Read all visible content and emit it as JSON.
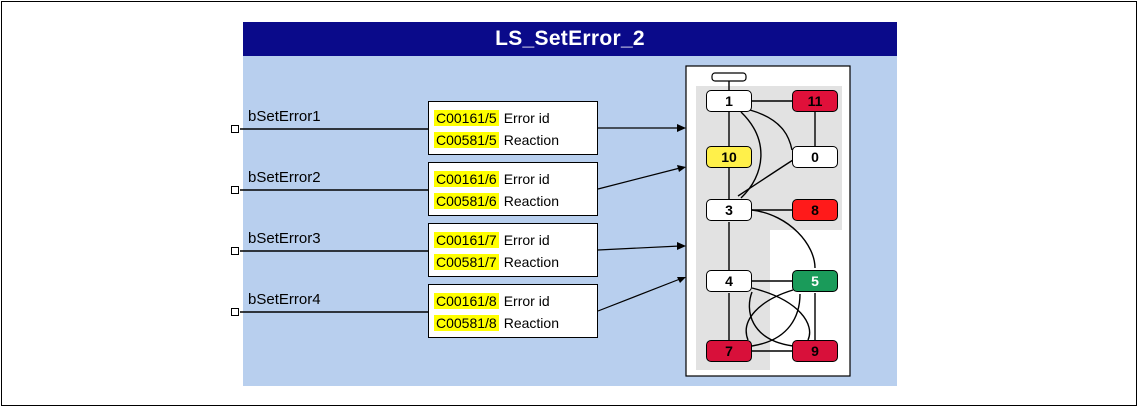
{
  "block": {
    "title": "LS_SetError_2"
  },
  "inputs": [
    {
      "name": "bSetError1",
      "code_id": "C00161/5",
      "id_label": "Error id",
      "code_reaction": "C00581/5",
      "reaction_label": "Reaction"
    },
    {
      "name": "bSetError2",
      "code_id": "C00161/6",
      "id_label": "Error id",
      "code_reaction": "C00581/6",
      "reaction_label": "Reaction"
    },
    {
      "name": "bSetError3",
      "code_id": "C00161/7",
      "id_label": "Error id",
      "code_reaction": "C00581/7",
      "reaction_label": "Reaction"
    },
    {
      "name": "bSetError4",
      "code_id": "C00161/8",
      "id_label": "Error id",
      "code_reaction": "C00581/8",
      "reaction_label": "Reaction"
    }
  ],
  "states": [
    {
      "label": "1",
      "color": "#ffffff",
      "text_color": "#000000"
    },
    {
      "label": "11",
      "color": "#e0103a",
      "text_color": "#000000"
    },
    {
      "label": "10",
      "color": "#fff04a",
      "text_color": "#000000"
    },
    {
      "label": "0",
      "color": "#ffffff",
      "text_color": "#000000"
    },
    {
      "label": "3",
      "color": "#ffffff",
      "text_color": "#000000"
    },
    {
      "label": "8",
      "color": "#ff1a1a",
      "text_color": "#000000"
    },
    {
      "label": "4",
      "color": "#ffffff",
      "text_color": "#000000"
    },
    {
      "label": "5",
      "color": "#1a9b5a",
      "text_color": "#ffffff"
    },
    {
      "label": "7",
      "color": "#d8103a",
      "text_color": "#000000"
    },
    {
      "label": "9",
      "color": "#d8103a",
      "text_color": "#000000"
    }
  ],
  "colors": {
    "title_bar": "#0a0a8a",
    "block_fill": "#b8cfee",
    "code_highlight": "#ffff00",
    "state_panel_gray": "#e2e2e2"
  }
}
